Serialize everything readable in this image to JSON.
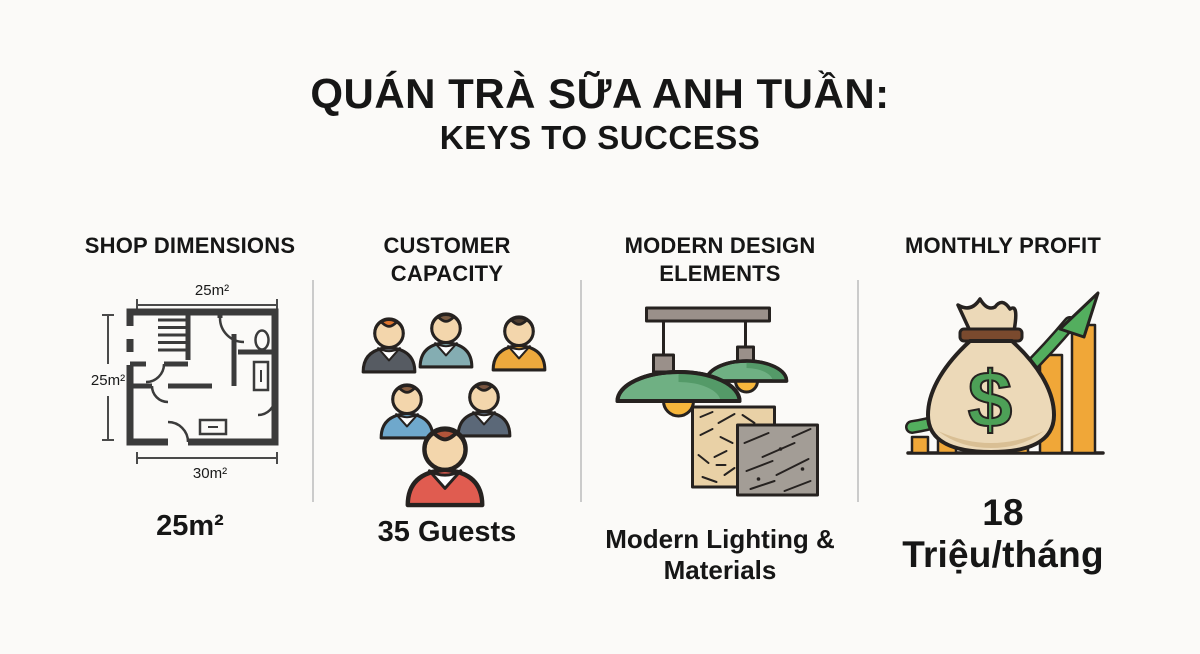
{
  "title": {
    "line1": "QUÁN TRÀ SỮA ANH TUẦN:",
    "line2": "KEYS TO SUCCESS"
  },
  "columns": [
    {
      "id": "shop-dimensions",
      "header": "SHOP DIMENSIONS",
      "caption": "25m²",
      "icon": "floor-plan-icon",
      "floorplan": {
        "top_label": "25m²",
        "left_label": "25m²",
        "bottom_label": "30m²"
      }
    },
    {
      "id": "customer-capacity",
      "header": "CUSTOMER CAPACITY",
      "caption": "35 Guests",
      "icon": "people-group-icon"
    },
    {
      "id": "modern-design-elements",
      "header": "MODERN DESIGN ELEMENTS",
      "caption": "Modern Lighting & Materials",
      "icon": "pendant-lamps-tiles-icon"
    },
    {
      "id": "monthly-profit",
      "header": "MONTHLY PROFIT",
      "caption": "18 Triệu/tháng",
      "icon": "money-bag-growth-icon",
      "dollar_sign": "$"
    }
  ],
  "people": [
    {
      "hair": "#e0762e",
      "shirt": "#565b62"
    },
    {
      "hair": "#7a5b43",
      "shirt": "#84adb2"
    },
    {
      "hair": "#4f3e30",
      "shirt": "#eda93d"
    },
    {
      "hair": "#8a5f41",
      "shirt": "#6fa8cc"
    },
    {
      "hair": "#7a5540",
      "shirt": "#5b6878"
    },
    {
      "hair": "#b0543a",
      "shirt": "#e05c50"
    }
  ],
  "colors": {
    "background": "#fbfaf8",
    "text": "#161616",
    "divider": "#cbcbcb",
    "skin": "#f3d6ac",
    "lamp_green": "#6fb083",
    "lamp_green_dark": "#549a68",
    "lamp_gray": "#9a908a",
    "bulb_yellow": "#f6b63c",
    "tile_tan": "#e9d1a6",
    "tile_gray": "#a39d96",
    "bag_tan": "#ecd9b8",
    "bag_shadow": "#d9bf94",
    "tie_brown": "#7a4a2e",
    "dollar_green": "#4da057",
    "bar_orange": "#f0a738",
    "arrow_green": "#53ae5e"
  }
}
